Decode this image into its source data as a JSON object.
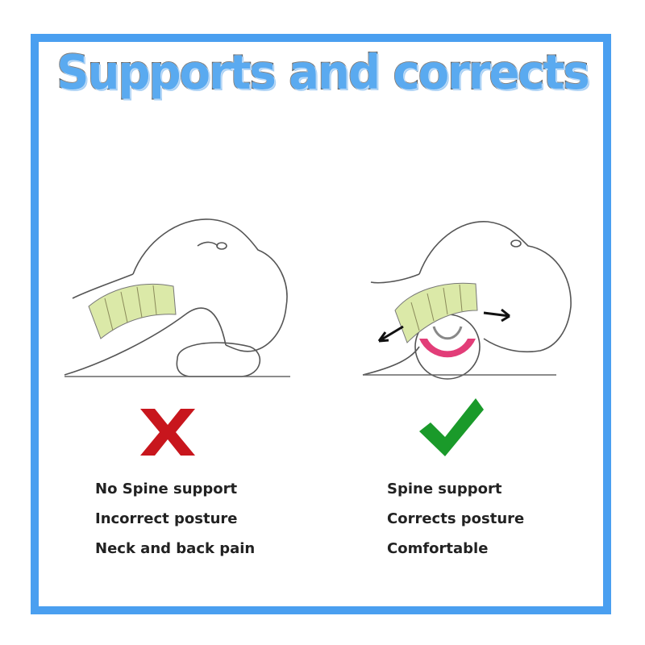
{
  "title": "Supports and corrects",
  "colors": {
    "border": "#4a9ff0",
    "title": "#5aaaf0",
    "cross": "#c8161d",
    "check": "#1a9a2a",
    "roller": "#e23d78",
    "spine": "#d6e6a0"
  },
  "left": {
    "verdict_icon": "cross-icon",
    "items": [
      "No Spine support",
      "Incorrect posture",
      "Neck and back pain"
    ]
  },
  "right": {
    "verdict_icon": "check-icon",
    "items": [
      "Spine support",
      "Corrects posture",
      "Comfortable"
    ]
  }
}
